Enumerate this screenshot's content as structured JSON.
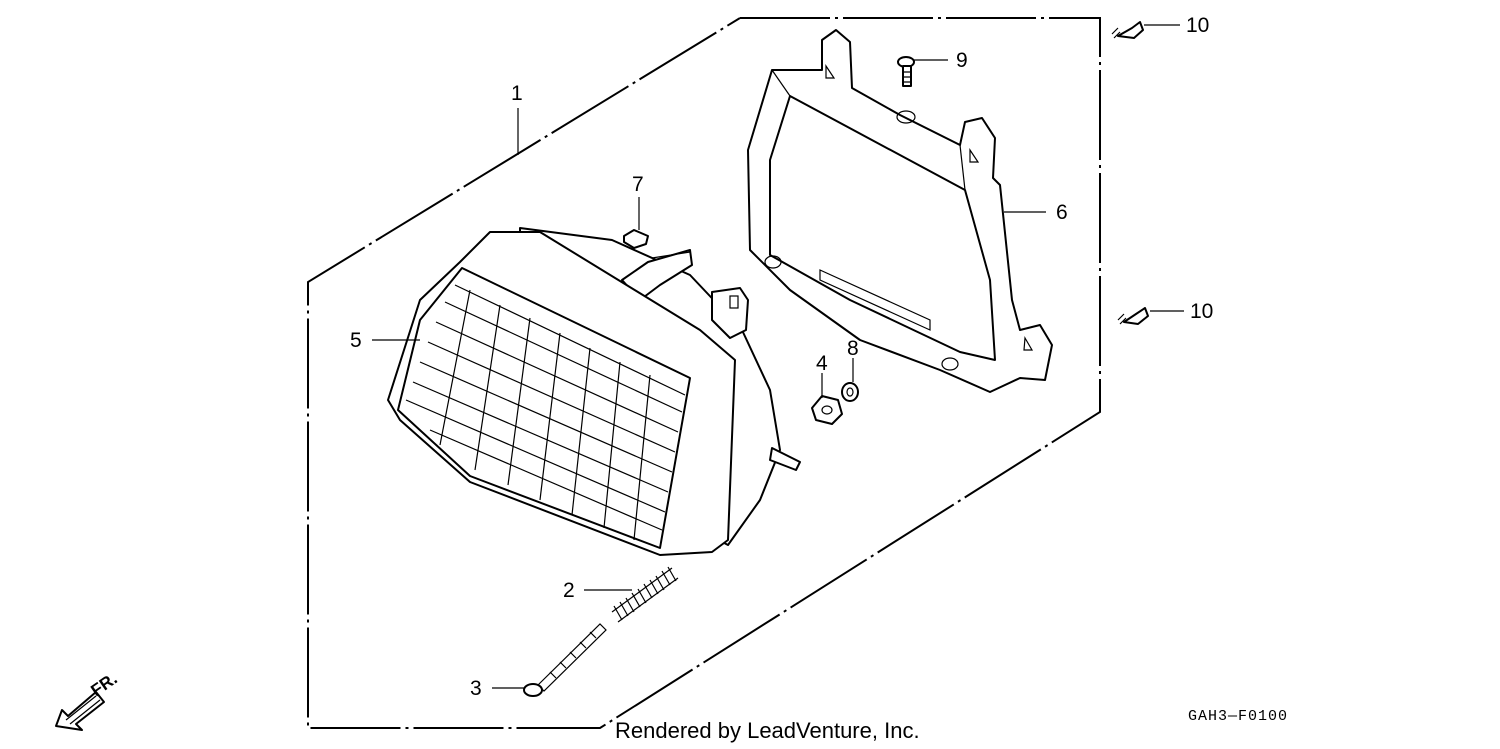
{
  "callouts": {
    "c1": "1",
    "c2": "2",
    "c3": "3",
    "c4": "4",
    "c5": "5",
    "c6": "6",
    "c7": "7",
    "c8": "8",
    "c9": "9",
    "c10a": "10",
    "c10b": "10"
  },
  "direction_label": "FR.",
  "diagram_code": "GAH3—F0100",
  "credit": "Rendered by LeadVenture, Inc."
}
